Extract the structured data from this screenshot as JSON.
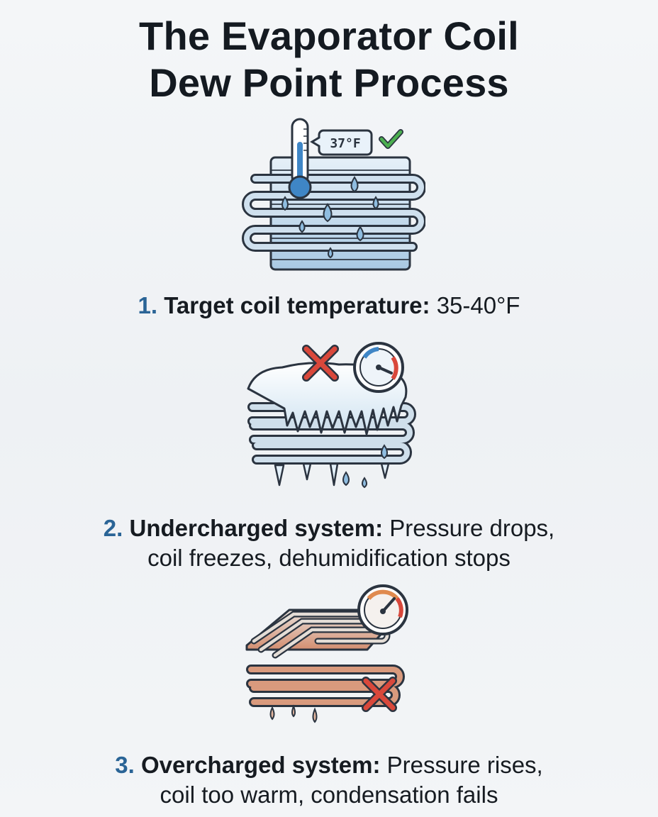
{
  "title": {
    "line1": "The Evaporator Coil",
    "line2": "Dew Point Process"
  },
  "icons": {
    "thermometer_readout": "37°F"
  },
  "steps": [
    {
      "number": "1.",
      "label": "Target coil temperature:",
      "text_line1": " 35-40°F",
      "text_line2": ""
    },
    {
      "number": "2.",
      "label": "Undercharged system:",
      "text_line1": " Pressure drops,",
      "text_line2": "coil freezes, dehumidification stops"
    },
    {
      "number": "3.",
      "label": "Overcharged system:",
      "text_line1": " Pressure rises,",
      "text_line2": "coil too warm, condensation fails"
    }
  ],
  "colors": {
    "number_blue": "#2a6496",
    "coil_blue": "#bcd6ea",
    "ice": "#e8f4fb",
    "warm_coil": "#d89a7e",
    "check_green": "#4caf50",
    "cross_red": "#d9483b"
  }
}
